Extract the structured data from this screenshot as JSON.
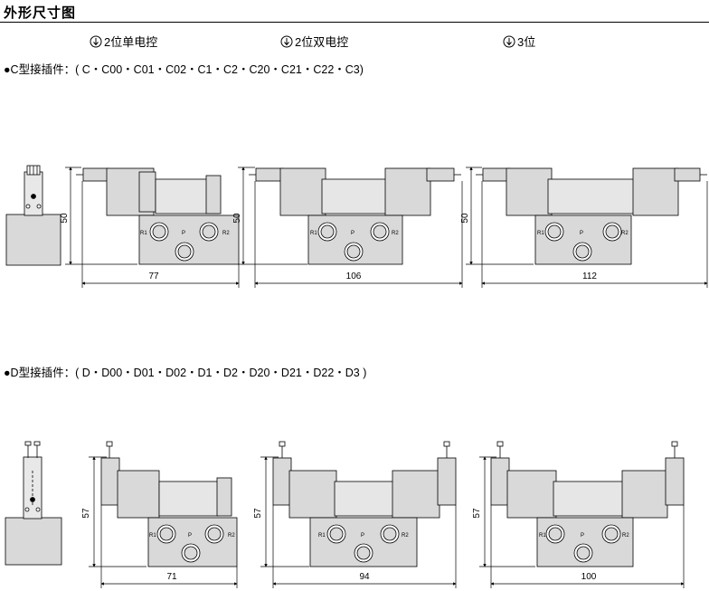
{
  "title": "外形尺寸图",
  "column_headers": [
    "2位单电控",
    "2位双电控",
    "3位"
  ],
  "icons": {
    "header_marker": "circle-down-arrow-icon",
    "section_bullet": "black-dot-icon"
  },
  "section_c": {
    "label": "●C型接插件：( C・C00・C01・C02・C1・C2・C20・C21・C22・C3)",
    "height_dims": [
      "50",
      "50",
      "50"
    ],
    "width_dims": [
      "77",
      "106",
      "112"
    ]
  },
  "section_d": {
    "label": "●D型接插件：( D・D00・D01・D02・D1・D2・D20・D21・D22・D3 )",
    "height_dims": [
      "57",
      "57",
      "57"
    ],
    "width_dims": [
      "71",
      "94",
      "100"
    ]
  },
  "port_labels": {
    "r1": "R1",
    "p": "P",
    "r2": "R2"
  }
}
